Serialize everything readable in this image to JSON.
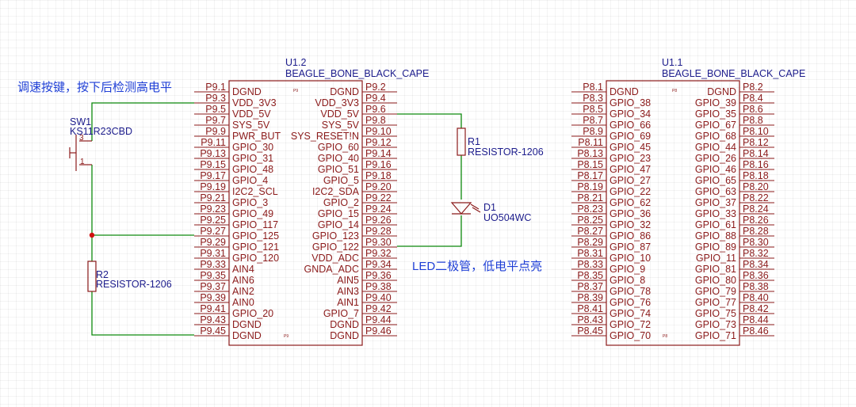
{
  "notes": {
    "button": "调速按键，按下后检测高电平",
    "led": "LED二极管，低电平点亮"
  },
  "u12": {
    "designator": "U1.2",
    "value": "BEAGLE_BONE_BLACK_CAPE",
    "tag": "P9",
    "rows": [
      {
        "ln": "P9.1",
        "lp": "DGND",
        "rp": "DGND",
        "rn": "P9.2"
      },
      {
        "ln": "P9.3",
        "lp": "VDD_3V3",
        "rp": "VDD_3V3",
        "rn": "P9.4"
      },
      {
        "ln": "P9.5",
        "lp": "VDD_5V",
        "rp": "VDD_5V",
        "rn": "P9.6"
      },
      {
        "ln": "P9.7",
        "lp": "SYS_5V",
        "rp": "SYS_5V",
        "rn": "P9.8"
      },
      {
        "ln": "P9.9",
        "lp": "PWR_BUT",
        "rp": "SYS_RESET!N",
        "rn": "P9.10"
      },
      {
        "ln": "P9.11",
        "lp": "GPIO_30",
        "rp": "GPIO_60",
        "rn": "P9.12"
      },
      {
        "ln": "P9.13",
        "lp": "GPIO_31",
        "rp": "GPIO_40",
        "rn": "P9.14"
      },
      {
        "ln": "P9.15",
        "lp": "GPIO_48",
        "rp": "GPIO_51",
        "rn": "P9.16"
      },
      {
        "ln": "P9.17",
        "lp": "GPIO_4",
        "rp": "GPIO_5",
        "rn": "P9.18"
      },
      {
        "ln": "P9.19",
        "lp": "I2C2_SCL",
        "rp": "I2C2_SDA",
        "rn": "P9.20"
      },
      {
        "ln": "P9.21",
        "lp": "GPIO_3",
        "rp": "GPIO_2",
        "rn": "P9.22"
      },
      {
        "ln": "P9.23",
        "lp": "GPIO_49",
        "rp": "GPIO_15",
        "rn": "P9.24"
      },
      {
        "ln": "P9.25",
        "lp": "GPIO_117",
        "rp": "GPIO_14",
        "rn": "P9.26"
      },
      {
        "ln": "P9.27",
        "lp": "GPIO_125",
        "rp": "GPIO_123",
        "rn": "P9.28"
      },
      {
        "ln": "P9.29",
        "lp": "GPIO_121",
        "rp": "GPIO_122",
        "rn": "P9.30"
      },
      {
        "ln": "P9.31",
        "lp": "GPIO_120",
        "rp": "VDD_ADC",
        "rn": "P9.32"
      },
      {
        "ln": "P9.33",
        "lp": "AIN4",
        "rp": "GNDA_ADC",
        "rn": "P9.34"
      },
      {
        "ln": "P9.35",
        "lp": "AIN6",
        "rp": "AIN5",
        "rn": "P9.36"
      },
      {
        "ln": "P9.37",
        "lp": "AIN2",
        "rp": "AIN3",
        "rn": "P9.38"
      },
      {
        "ln": "P9.39",
        "lp": "AIN0",
        "rp": "AIN1",
        "rn": "P9.40"
      },
      {
        "ln": "P9.41",
        "lp": "GPIO_20",
        "rp": "GPIO_7",
        "rn": "P9.42"
      },
      {
        "ln": "P9.43",
        "lp": "DGND",
        "rp": "DGND",
        "rn": "P9.44"
      },
      {
        "ln": "P9.45",
        "lp": "DGND",
        "rp": "DGND",
        "rn": "P9.46"
      }
    ]
  },
  "u11": {
    "designator": "U1.1",
    "value": "BEAGLE_BONE_BLACK_CAPE",
    "tag": "P8",
    "rows": [
      {
        "ln": "P8.1",
        "lp": "DGND",
        "rp": "DGND",
        "rn": "P8.2"
      },
      {
        "ln": "P8.3",
        "lp": "GPIO_38",
        "rp": "GPIO_39",
        "rn": "P8.4"
      },
      {
        "ln": "P8.5",
        "lp": "GPIO_34",
        "rp": "GPIO_35",
        "rn": "P8.6"
      },
      {
        "ln": "P8.7",
        "lp": "GPIO_66",
        "rp": "GPIO_67",
        "rn": "P8.8"
      },
      {
        "ln": "P8.9",
        "lp": "GPIO_69",
        "rp": "GPIO_68",
        "rn": "P8.10"
      },
      {
        "ln": "P8.11",
        "lp": "GPIO_45",
        "rp": "GPIO_44",
        "rn": "P8.12"
      },
      {
        "ln": "P8.13",
        "lp": "GPIO_23",
        "rp": "GPIO_26",
        "rn": "P8.14"
      },
      {
        "ln": "P8.15",
        "lp": "GPIO_47",
        "rp": "GPIO_46",
        "rn": "P8.16"
      },
      {
        "ln": "P8.17",
        "lp": "GPIO_27",
        "rp": "GPIO_65",
        "rn": "P8.18"
      },
      {
        "ln": "P8.19",
        "lp": "GPIO_22",
        "rp": "GPIO_63",
        "rn": "P8.20"
      },
      {
        "ln": "P8.21",
        "lp": "GPIO_62",
        "rp": "GPIO_37",
        "rn": "P8.22"
      },
      {
        "ln": "P8.23",
        "lp": "GPIO_36",
        "rp": "GPIO_33",
        "rn": "P8.24"
      },
      {
        "ln": "P8.25",
        "lp": "GPIO_32",
        "rp": "GPIO_61",
        "rn": "P8.26"
      },
      {
        "ln": "P8.27",
        "lp": "GPIO_86",
        "rp": "GPIO_88",
        "rn": "P8.28"
      },
      {
        "ln": "P8.29",
        "lp": "GPIO_87",
        "rp": "GPIO_89",
        "rn": "P8.30"
      },
      {
        "ln": "P8.31",
        "lp": "GPIO_10",
        "rp": "GPIO_11",
        "rn": "P8.32"
      },
      {
        "ln": "P8.33",
        "lp": "GPIO_9",
        "rp": "GPIO_81",
        "rn": "P8.34"
      },
      {
        "ln": "P8.35",
        "lp": "GPIO_8",
        "rp": "GPIO_80",
        "rn": "P8.36"
      },
      {
        "ln": "P8.37",
        "lp": "GPIO_78",
        "rp": "GPIO_79",
        "rn": "P8.38"
      },
      {
        "ln": "P8.39",
        "lp": "GPIO_76",
        "rp": "GPIO_77",
        "rn": "P8.40"
      },
      {
        "ln": "P8.41",
        "lp": "GPIO_74",
        "rp": "GPIO_75",
        "rn": "P8.42"
      },
      {
        "ln": "P8.43",
        "lp": "GPIO_72",
        "rp": "GPIO_73",
        "rn": "P8.44"
      },
      {
        "ln": "P8.45",
        "lp": "GPIO_70",
        "rp": "GPIO_71",
        "rn": "P8.46"
      }
    ]
  },
  "sw1": {
    "designator": "SW1",
    "value": "KS11R23CBD",
    "pin_a": "3",
    "pin_b": "1"
  },
  "r1": {
    "designator": "R1",
    "value": "RESISTOR-1206"
  },
  "r2": {
    "designator": "R2",
    "value": "RESISTOR-1206"
  },
  "d1": {
    "designator": "D1",
    "value": "UO504WC"
  },
  "colors": {
    "symbol": "#8b1a1a",
    "wire": "#0e8a0e",
    "reference": "#1c1c8c",
    "note": "#1f3fd6"
  }
}
